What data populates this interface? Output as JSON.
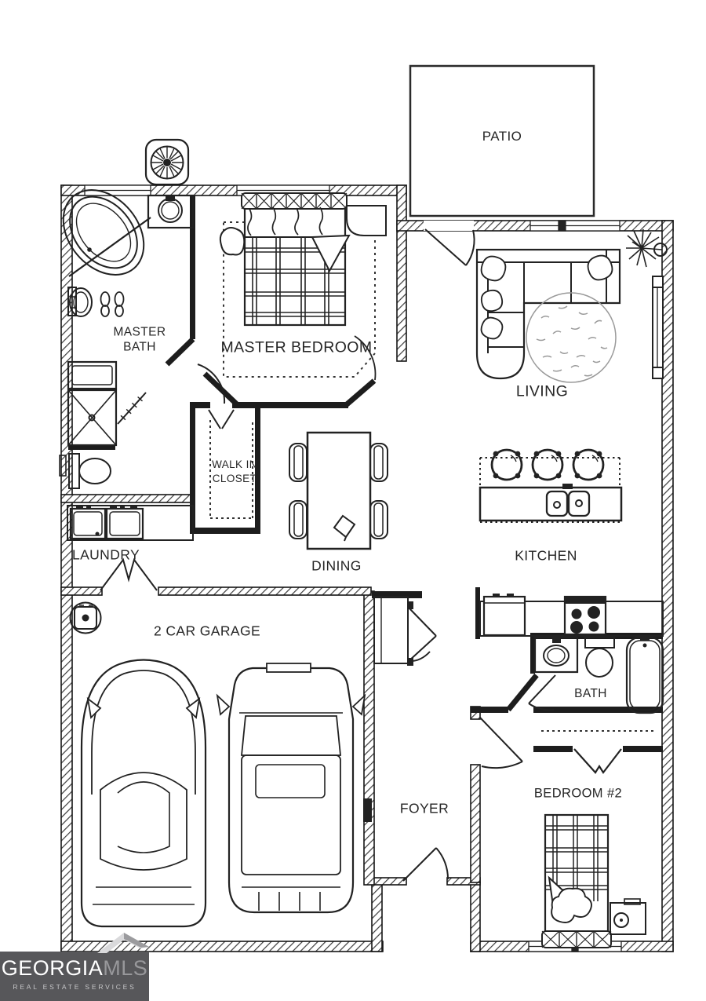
{
  "plan": {
    "rooms": {
      "patio": "PATIO",
      "master_bath": "MASTER BATH",
      "master_bedroom": "MASTER BEDROOM",
      "living": "LIVING",
      "walk_in_closet": "WALK IN CLOSET",
      "dining": "DINING",
      "kitchen": "KITCHEN",
      "laundry": "LAUNDRY",
      "garage": "2 CAR GARAGE",
      "bath": "BATH",
      "foyer": "FOYER",
      "bedroom2": "BEDROOM #2"
    }
  },
  "logo": {
    "brand": "GEORGIA",
    "brand2": "MLS",
    "tagline": "REAL ESTATE SERVICES"
  },
  "colors": {
    "line": "#222222",
    "wall_hatch": "#3c3c3c",
    "logo_bg": "#57575a",
    "logo_brand": "#ffffff",
    "logo_brand2": "#98989b",
    "logo_tagline": "#c6c6c8"
  },
  "icons": {
    "ceiling_fan": "ceiling-fan-icon",
    "water_heater": "water-heater-icon",
    "plant": "plant-icon"
  }
}
